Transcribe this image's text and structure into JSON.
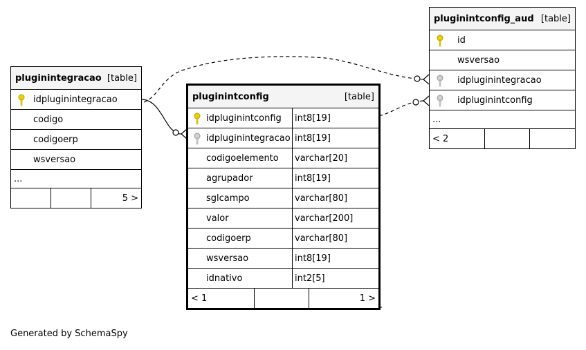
{
  "tables": {
    "pluginintegracao": {
      "name": "pluginintegracao",
      "kind": "[table]",
      "columns": [
        "idpluginintegracao",
        "codigo",
        "codigoerp",
        "wsversao"
      ],
      "more": "...",
      "footer_right": "5 >"
    },
    "pluginintconfig": {
      "name": "pluginintconfig",
      "kind": "[table]",
      "columns": [
        {
          "name": "idpluginintconfig",
          "type": "int8[19]"
        },
        {
          "name": "idpluginintegracao",
          "type": "int8[19]"
        },
        {
          "name": "codigoelemento",
          "type": "varchar[20]"
        },
        {
          "name": "agrupador",
          "type": "int8[19]"
        },
        {
          "name": "sglcampo",
          "type": "varchar[80]"
        },
        {
          "name": "valor",
          "type": "varchar[200]"
        },
        {
          "name": "codigoerp",
          "type": "varchar[80]"
        },
        {
          "name": "wsversao",
          "type": "int8[19]"
        },
        {
          "name": "idnativo",
          "type": "int2[5]"
        }
      ],
      "footer_left": "< 1",
      "footer_right": "1 >"
    },
    "pluginintconfig_aud": {
      "name": "pluginintconfig_aud",
      "kind": "[table]",
      "columns": [
        "id",
        "wsversao",
        "idpluginintegracao",
        "idpluginintconfig"
      ],
      "more": "...",
      "footer_left": "< 2"
    }
  },
  "credit": "Generated by SchemaSpy",
  "colors": {
    "primary_key": "#f0d000",
    "foreign_key": "#bcbcbc",
    "header_bg": "#f4f4f4"
  }
}
